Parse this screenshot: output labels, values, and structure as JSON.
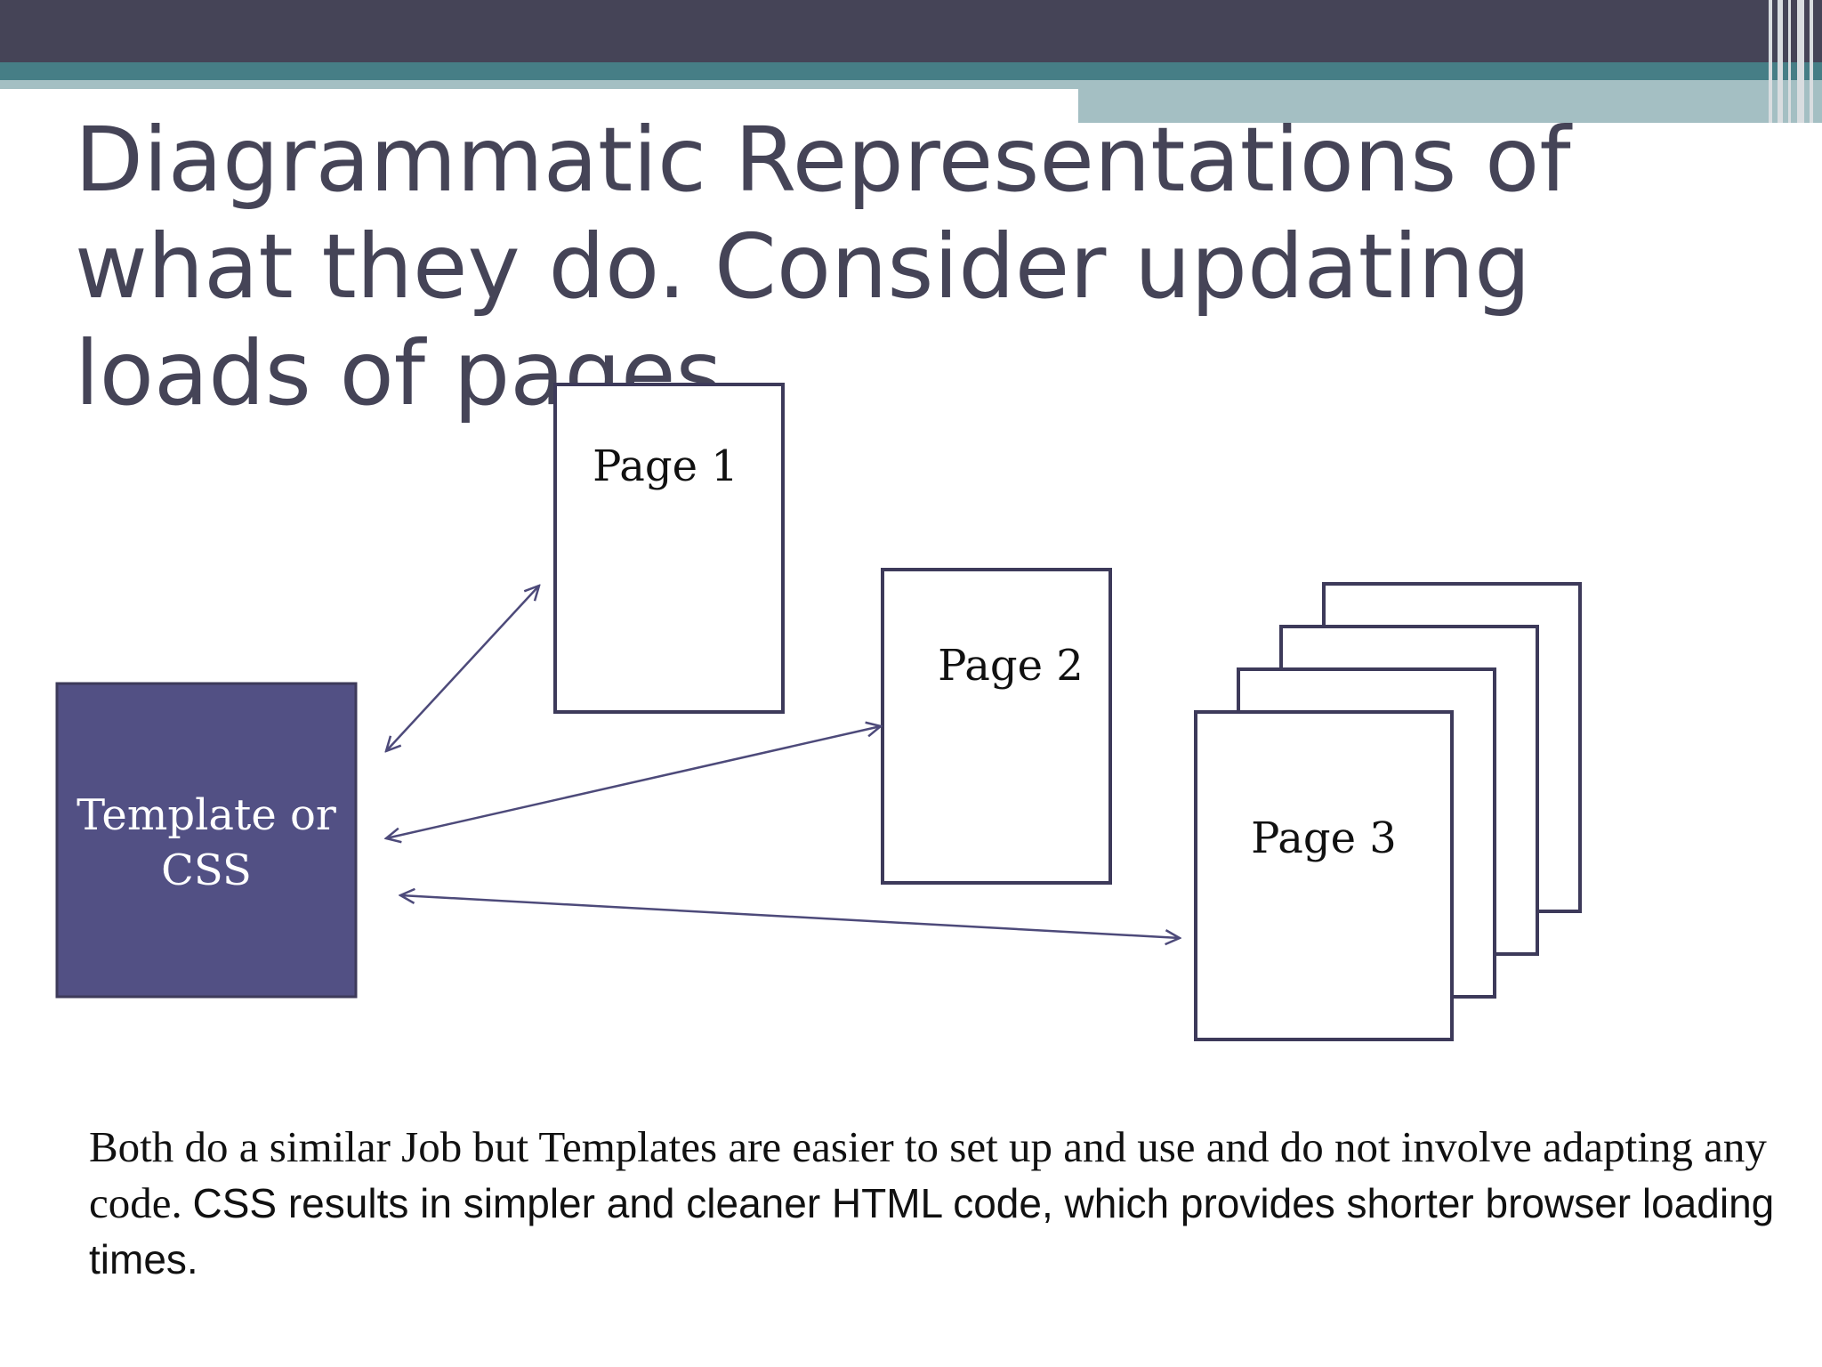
{
  "slide": {
    "title": "Diagrammatic Representations of what they do. Consider updating loads of pages",
    "colors": {
      "header_dark": "#454457",
      "header_teal": "#467e86",
      "header_light": "#a4bfc3",
      "title_text": "#454457",
      "template_fill": "#525084",
      "outline": "#3d3a5a"
    }
  },
  "diagram": {
    "template_box": {
      "label_line1": "Template or",
      "label_line2": "CSS"
    },
    "pages": [
      {
        "label": "Page 1"
      },
      {
        "label": "Page 2"
      },
      {
        "label": "Page 3"
      }
    ]
  },
  "caption": {
    "serif_part": "Both do a similar Job but Templates are easier to  set up and use and do not involve adapting any code.",
    "sans_part": "CSS results in simpler and cleaner HTML code, which provides shorter browser loading times."
  }
}
